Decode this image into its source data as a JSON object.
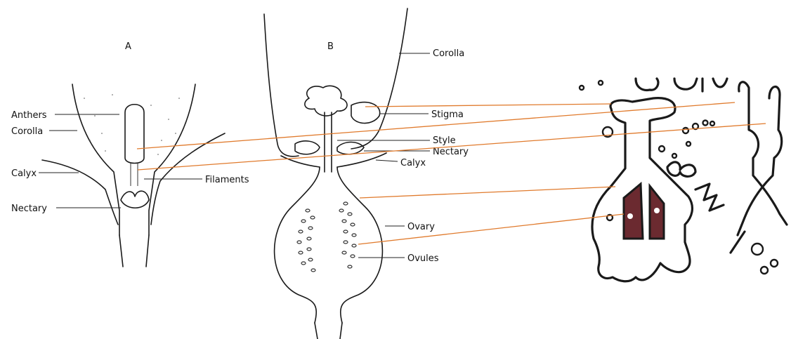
{
  "panels": [
    {
      "title": "A",
      "labels": [
        "Anthers",
        "Corolla",
        "Calyx",
        "Filaments",
        "Nectary"
      ]
    },
    {
      "title": "B",
      "labels": [
        "Corolla",
        "Stigma",
        "Style",
        "Nectary",
        "Calyx",
        "Ovary",
        "Ovules"
      ]
    }
  ],
  "colors": {
    "connector": "#e07a2c",
    "glyph_fill": "#6b2a30",
    "ink": "#1a1a1a"
  }
}
